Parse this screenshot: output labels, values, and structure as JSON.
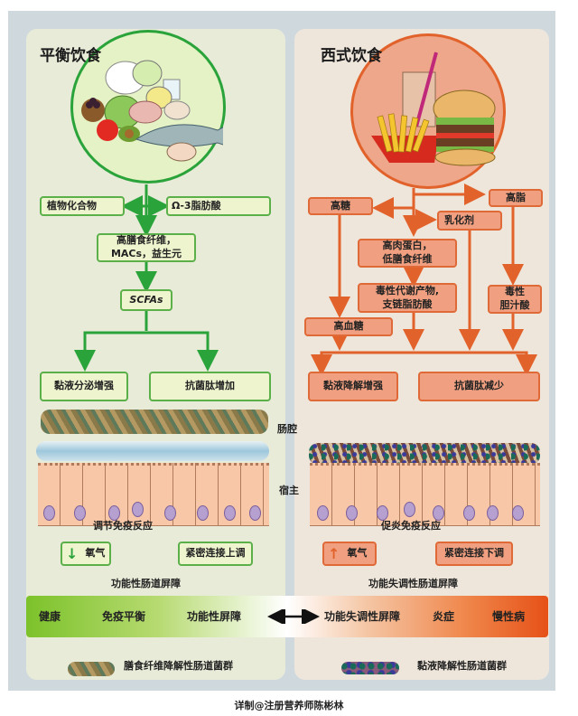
{
  "left_panel": {
    "title": "平衡饮食",
    "boxes": {
      "phyto": "植物化合物",
      "omega3": "Ω-3脂肪酸",
      "fiber_line1": "高膳食纤维，",
      "fiber_line2": "MACs，益生元",
      "scfa": "SCFAs",
      "mucus": "黏液分泌增强",
      "amp": "抗菌肽增加"
    },
    "immune_label": "调节免疫反应",
    "oxygen": "氧气",
    "oxygen_direction": "down",
    "tight_junction": "紧密连接上调",
    "barrier_label": "功能性肠道屏障",
    "legend": "膳食纤维降解性肠道菌群",
    "colors": {
      "accent": "#2aa43a",
      "box_fill": "#eef4cd",
      "panel_bg": "#e9ebd9"
    }
  },
  "right_panel": {
    "title": "西式饮食",
    "boxes": {
      "high_sugar": "高糖",
      "high_fat": "高脂",
      "emulsifier": "乳化剂",
      "protein_line1": "高肉蛋白，",
      "protein_line2": "低膳食纤维",
      "toxic_line1": "毒性代谢产物,",
      "toxic_line2": "支链脂肪酸",
      "bile_line1": "毒性",
      "bile_line2": "胆汁酸",
      "hyperglycemia": "高血糖",
      "mucus": "黏液降解增强",
      "amp": "抗菌肽减少"
    },
    "immune_label": "促炎免疫反应",
    "oxygen": "氧气",
    "oxygen_direction": "up",
    "tight_junction": "紧密连接下调",
    "barrier_label": "功能失调性肠道屏障",
    "legend": "黏液降解性肠道菌群",
    "colors": {
      "accent": "#e2622b",
      "box_fill": "#f0a080",
      "panel_bg": "#eee6da"
    }
  },
  "middle_labels": {
    "lumen": "肠腔",
    "host": "宿主"
  },
  "spectrum": {
    "items": [
      "健康",
      "免疫平衡",
      "功能性屏障",
      "功能失调性屏障",
      "炎症",
      "慢性病"
    ],
    "arrow": "double-arrow",
    "colors": {
      "start": "#7cc22a",
      "mid": "#ffffff",
      "end": "#e65118"
    }
  },
  "footer": "详制@注册营养师陈彬林"
}
